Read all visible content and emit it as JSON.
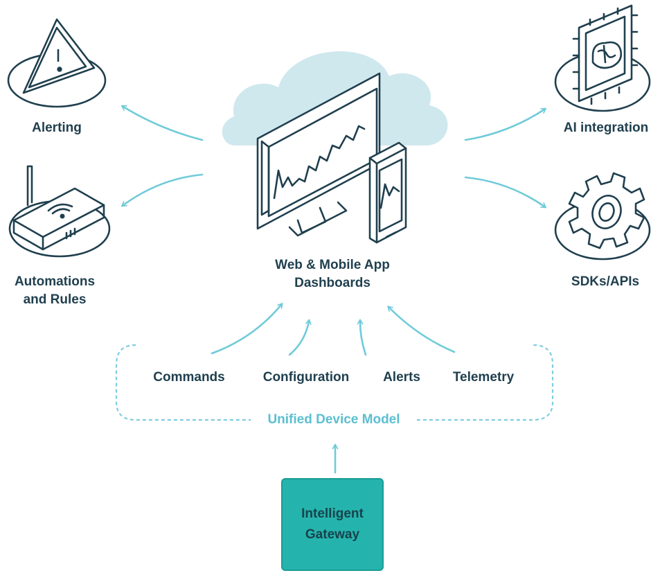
{
  "center": {
    "line1": "Web & Mobile App",
    "line2": "Dashboards"
  },
  "left": {
    "alerting": "Alerting",
    "automations_line1": "Automations",
    "automations_line2": "and Rules"
  },
  "right": {
    "ai": "AI integration",
    "sdks": "SDKs/APIs"
  },
  "flows": {
    "commands": "Commands",
    "configuration": "Configuration",
    "alerts": "Alerts",
    "telemetry": "Telemetry"
  },
  "model": {
    "label": "Unified Device Model"
  },
  "gateway": {
    "label": "Intelligent\nGateway"
  },
  "colors": {
    "navy": "#1f3f4e",
    "teal_arrow": "#6fcbd9",
    "cloud": "#cfe8ee",
    "gateway_fill": "#25b4ad",
    "dashed": "#7fcde0"
  },
  "icons": {
    "alerting": "warning-triangle-icon",
    "automations": "router-icon",
    "ai": "ai-chip-brain-icon",
    "sdks": "gear-icon",
    "dashboard": "monitor-phone-icon",
    "cloud": "cloud-icon"
  }
}
